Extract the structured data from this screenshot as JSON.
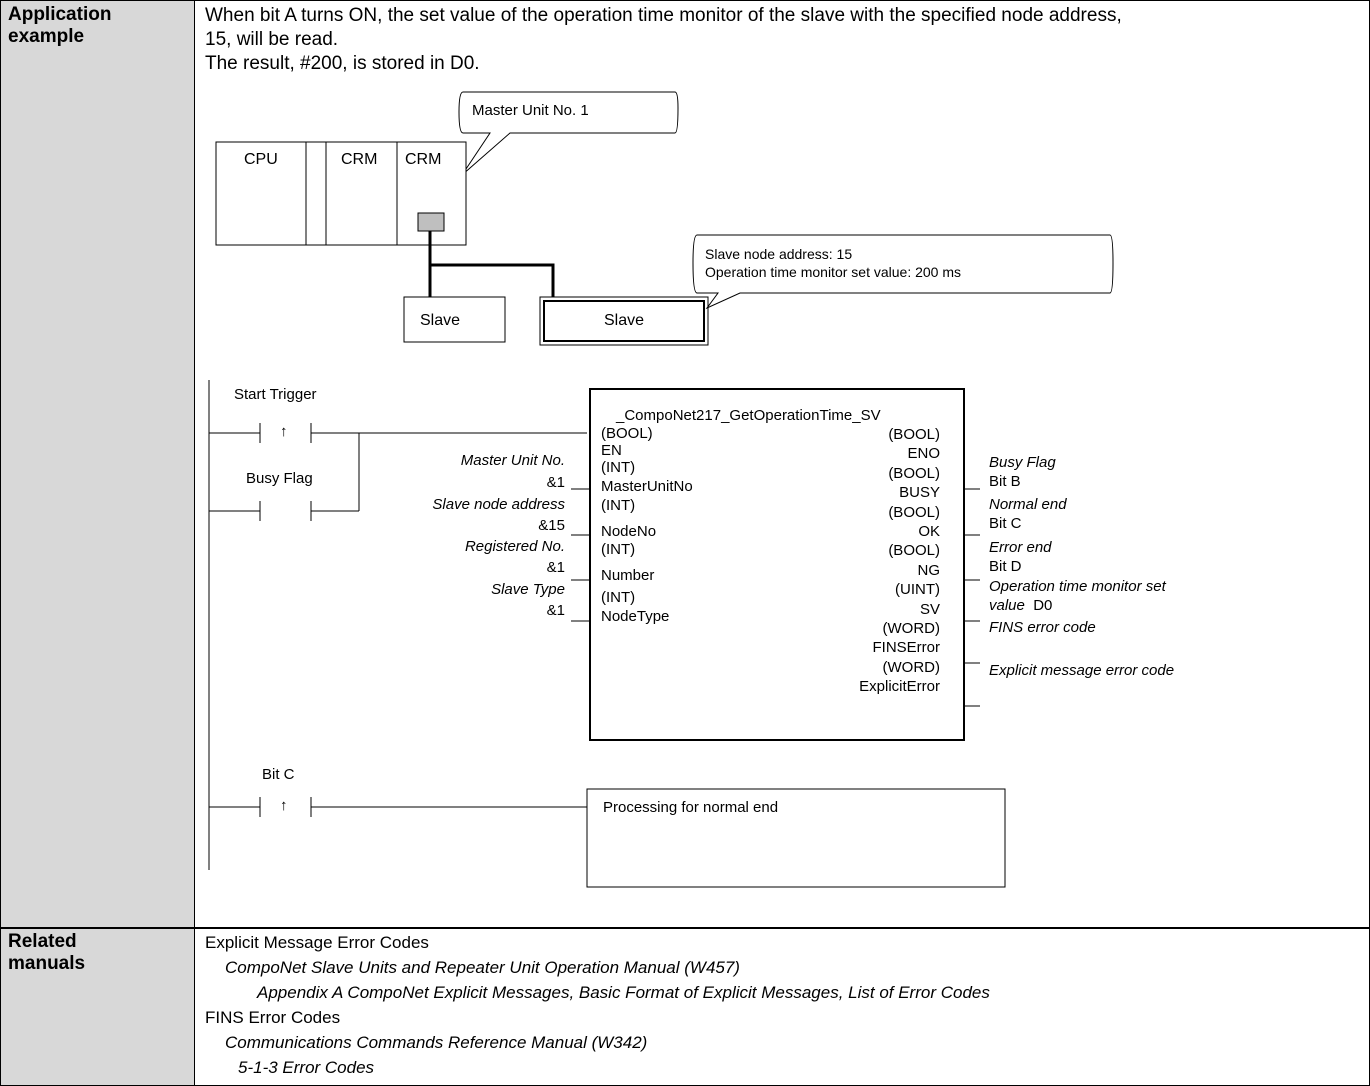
{
  "labels": {
    "application_example": [
      "Application",
      "example"
    ],
    "related_manuals": [
      "Related",
      "manuals"
    ]
  },
  "description": [
    "When bit A turns ON, the set value of the operation time monitor of the slave with the specified node address,",
    "15, will be read.",
    "The result, #200, is stored in D0."
  ],
  "config_diagram": {
    "callout_master": "Master Unit No. 1",
    "units": [
      "CPU",
      "CRM",
      "CRM"
    ],
    "callout_slave": [
      "Slave node address: 15",
      "Operation time monitor set value: 200 ms"
    ],
    "slave1": "Slave",
    "slave2": "Slave"
  },
  "ladder": {
    "start_trigger": "Start Trigger",
    "busy_flag": "Busy Flag",
    "rising_edge_symbol": "↑",
    "fb_name": "_CompoNet217_GetOperationTime_SV",
    "inputs": [
      {
        "comment": "Master Unit No.",
        "value": "&1",
        "type": "(INT)",
        "var": "MasterUnitNo"
      },
      {
        "comment": "Slave node address",
        "value": "&15",
        "type": "(INT)",
        "var": "NodeNo"
      },
      {
        "comment": "Registered No.",
        "value": "&1",
        "type": "(INT)",
        "var": "Number"
      },
      {
        "comment": "Slave Type",
        "value": "&1",
        "type": "",
        "var": "NodeType"
      }
    ],
    "en_type": "(BOOL)",
    "en_var": "EN",
    "outputs": [
      {
        "type": "(BOOL)",
        "var": "ENO"
      },
      {
        "type": "(BOOL)",
        "var": "BUSY"
      },
      {
        "type": "(BOOL)",
        "var": "OK"
      },
      {
        "type": "(BOOL)",
        "var": "NG"
      },
      {
        "type": "(UINT)",
        "var": "SV"
      },
      {
        "type": "(WORD)",
        "var": "FINSError"
      },
      {
        "type": "(WORD)",
        "var": "ExplicitError"
      }
    ],
    "out_comments": {
      "busy_c": "Busy Flag",
      "busy_v": "Bit B",
      "ok_c": "Normal end",
      "ok_v": "Bit C",
      "ng_c": "Error end",
      "ng_v": "Bit D",
      "sv_c1": "Operation  time  monitor  set",
      "sv_c2": "value",
      "sv_v": "D0",
      "fins_c": "FINS error code",
      "expl_c": "Explicit message error code"
    },
    "bit_c": "Bit C",
    "processing": "Processing for normal end"
  },
  "related": [
    {
      "text": "Explicit Message Error Codes",
      "style": "normal",
      "indent": 0
    },
    {
      "text": "CompoNet Slave Units and Repeater Unit Operation Manual (W457)",
      "style": "italic",
      "indent": 1
    },
    {
      "text": "Appendix A CompoNet Explicit Messages, Basic Format of Explicit Messages, List of Error Codes",
      "style": "italic",
      "indent": 2
    },
    {
      "text": "FINS Error Codes",
      "style": "normal",
      "indent": 0
    },
    {
      "text": "Communications Commands Reference Manual (W342)",
      "style": "italic",
      "indent": 1
    },
    {
      "text": "5-1-3 Error Codes",
      "style": "italic",
      "indent": 2
    }
  ]
}
